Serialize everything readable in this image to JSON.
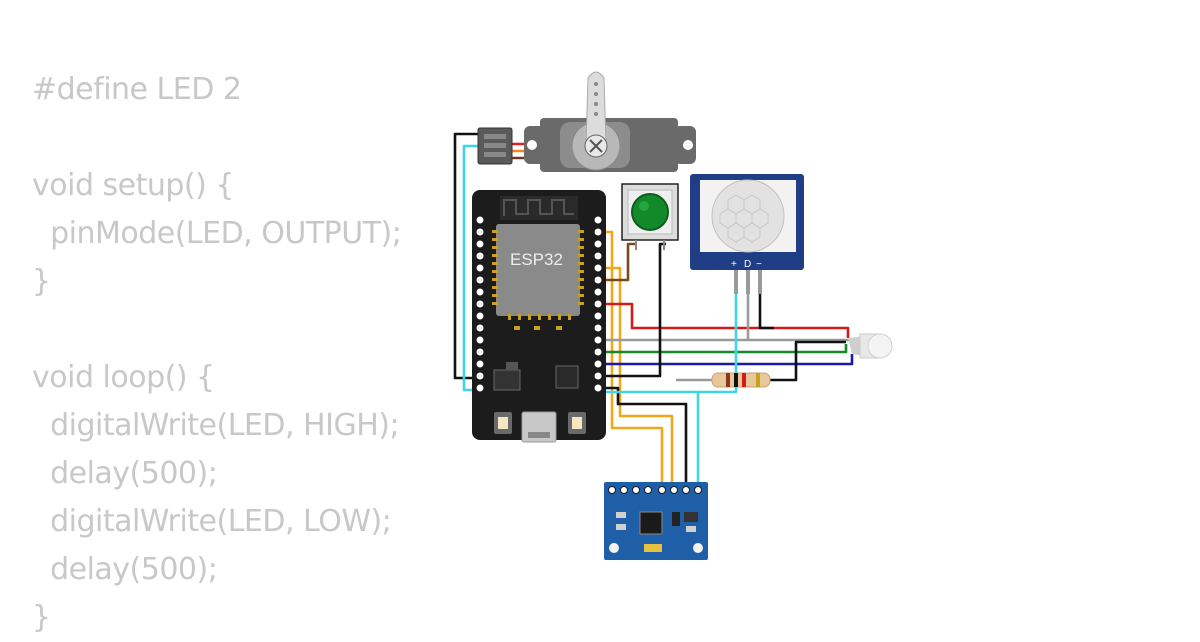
{
  "code": {
    "lines": [
      "#define LED 2",
      "",
      "void setup() {",
      "  pinMode(LED, OUTPUT);",
      "}",
      "",
      "void loop() {",
      "  digitalWrite(LED, HIGH);",
      "  delay(500);",
      "  digitalWrite(LED, LOW);",
      "  delay(500);",
      "}"
    ]
  },
  "circuit": {
    "esp32_label": "ESP32",
    "pir_pin_labels": {
      "plus": "+",
      "data": "D",
      "minus": "−"
    },
    "wire_colors": {
      "black": "#111111",
      "cyan": "#3fd4e6",
      "orange": "#f0a81a",
      "brown": "#7a4a1e",
      "red": "#d41a1a",
      "gray": "#9a9a9a",
      "green": "#138a2a",
      "blue": "#1a1aa8"
    }
  }
}
